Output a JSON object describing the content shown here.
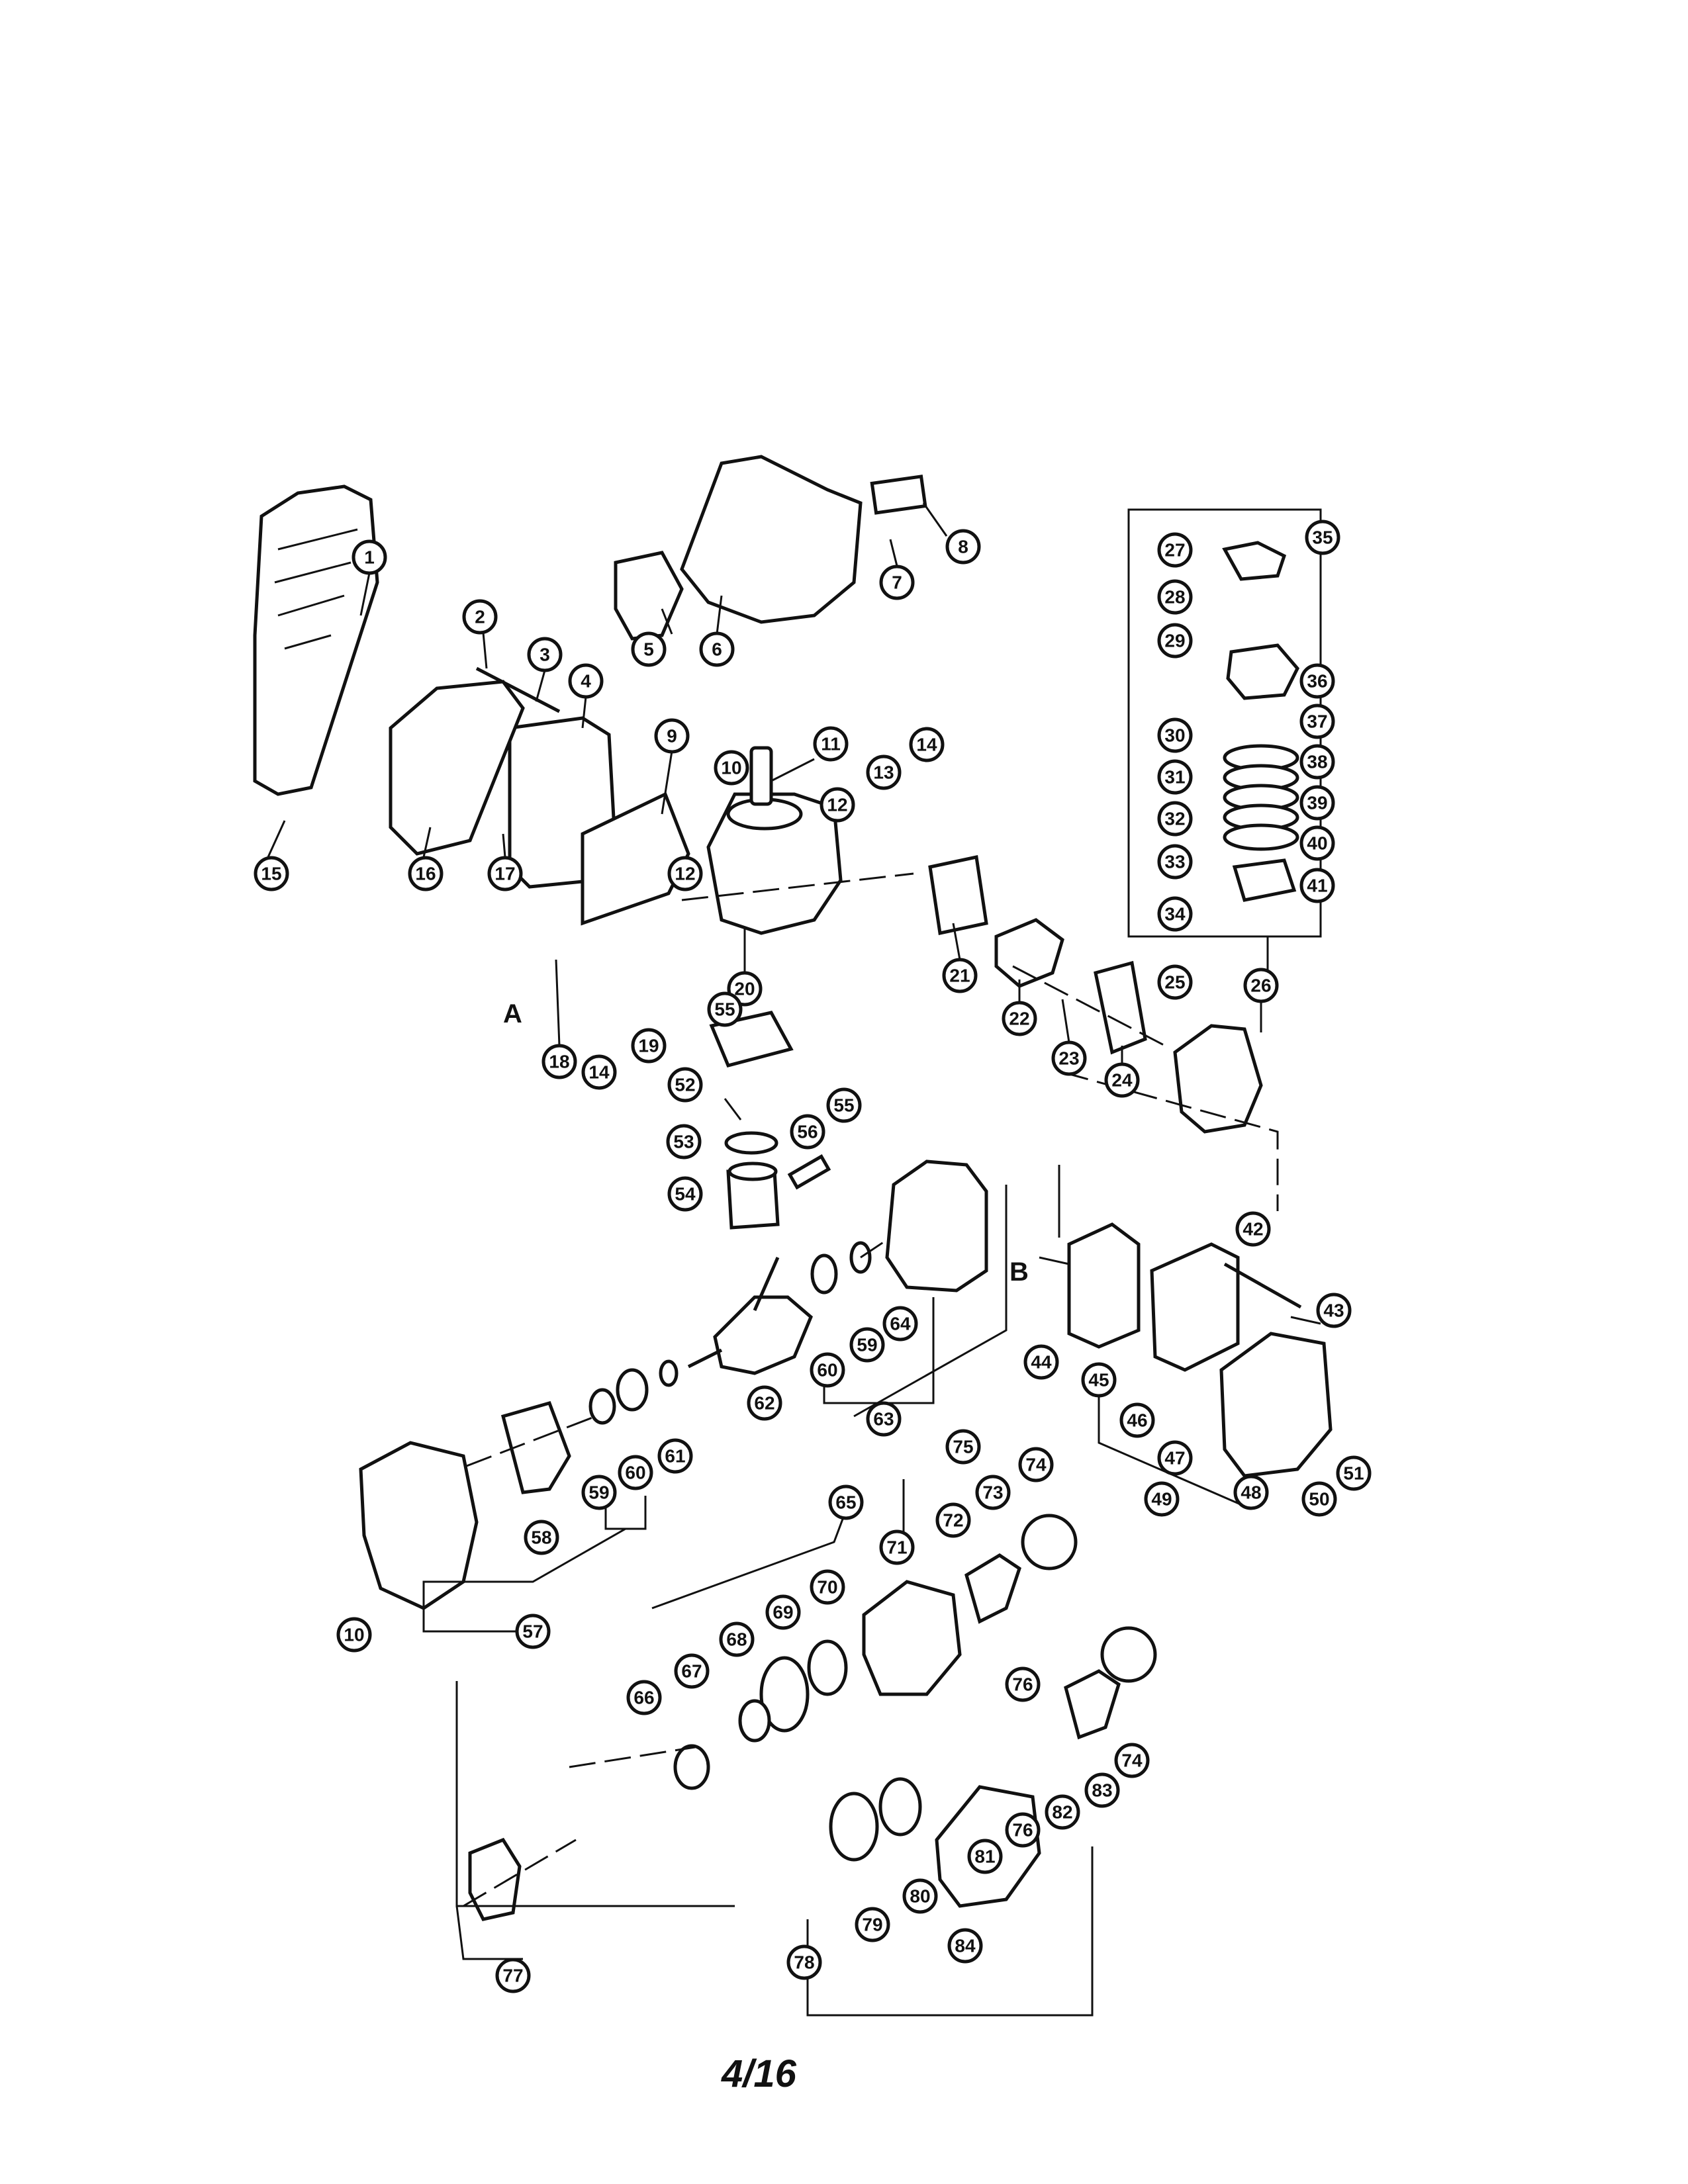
{
  "page": {
    "number": "4/16"
  },
  "reference_letters": [
    "A",
    "B"
  ],
  "callouts": [
    "1",
    "2",
    "3",
    "4",
    "5",
    "6",
    "7",
    "8",
    "9",
    "10",
    "11",
    "12",
    "13",
    "14",
    "15",
    "16",
    "17",
    "18",
    "19",
    "20",
    "21",
    "22",
    "23",
    "24",
    "25",
    "26",
    "27",
    "28",
    "29",
    "30",
    "31",
    "32",
    "33",
    "34",
    "35",
    "36",
    "37",
    "38",
    "39",
    "40",
    "41",
    "42",
    "43",
    "44",
    "45",
    "46",
    "47",
    "48",
    "49",
    "50",
    "51",
    "52",
    "53",
    "54",
    "55",
    "56",
    "57",
    "58",
    "59",
    "60",
    "61",
    "62",
    "63",
    "64",
    "65",
    "66",
    "67",
    "68",
    "69",
    "70",
    "71",
    "72",
    "73",
    "74",
    "75",
    "76",
    "77",
    "78",
    "79",
    "80",
    "81",
    "82",
    "83",
    "84",
    "10",
    "12",
    "14",
    "55",
    "59",
    "60",
    "74",
    "76"
  ]
}
